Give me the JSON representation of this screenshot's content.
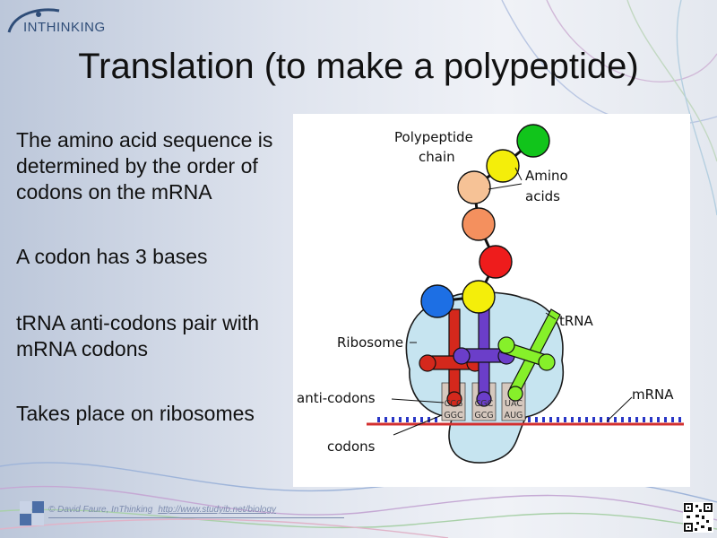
{
  "logo": {
    "text": "INTHINKING"
  },
  "title": "Translation (to make a polypeptide)",
  "bullets": [
    "The amino acid sequence is determined by the order of codons on the mRNA",
    "A codon has 3 bases",
    "tRNA anti-codons pair with mRNA codons",
    "Takes place on ribosomes"
  ],
  "diagram": {
    "labels": {
      "polypeptide_line1": "Polypeptide",
      "polypeptide_line2": "chain",
      "amino_line1": "Amino",
      "amino_line2": "acids",
      "trna": "tRNA",
      "ribosome": "Ribosome",
      "anticodons": "anti-codons",
      "mrna": "mRNA",
      "codons": "codons"
    },
    "anticodon_values": [
      "CCG",
      "CGC",
      "UAC"
    ],
    "codon_values": [
      "GGC",
      "GCG",
      "AUG"
    ],
    "colors": {
      "green": "#11c41b",
      "yellow": "#f4ee0a",
      "peach": "#f6c296",
      "orange": "#f4905e",
      "red": "#ee1c1c",
      "blue": "#1d6fe4",
      "trna_red": "#d4281c",
      "trna_purple": "#6b3ec9",
      "trna_green": "#86f02a",
      "ribosome": "#c6e4f0",
      "mrna_line": "#d33030",
      "mrna_ticks": "#2a37c6"
    }
  },
  "footer": {
    "credit": "© David Faure, InThinking",
    "url": "http://www.studyib.net/biology"
  }
}
